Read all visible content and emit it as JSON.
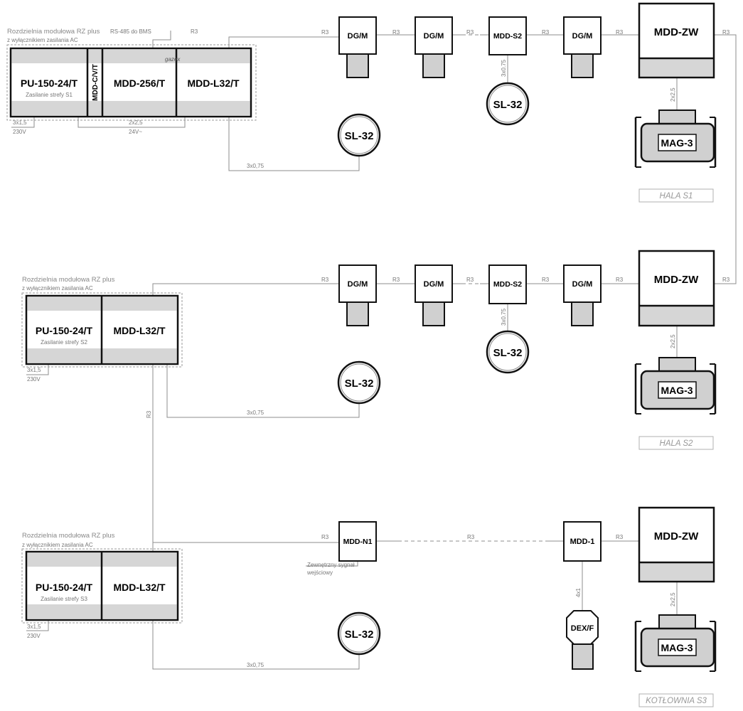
{
  "wire_labels": {
    "r3": "R3",
    "bms": "RS-485 do BMS",
    "power_230": "3x1,5",
    "v230": "230V",
    "cable_2x25": "2x2,5",
    "v24": "24V~",
    "cable_3x075": "3x0,75",
    "cable_3x075_b": "3x0.75",
    "cable_4x1": "4x1"
  },
  "panels": [
    {
      "title": "Rozdzielnia modułowa RZ plus",
      "subtitle": "z wyłącznikiem zasilania AC",
      "modules": [
        "PU-150-24/T",
        "MDD-C/V/T",
        "MDD-256/T",
        "MDD-L32/T"
      ],
      "power_note": "Zasilanie strefy S1",
      "brand": "gazex"
    },
    {
      "title": "Rozdzielnia modułowa RZ plus",
      "subtitle": "z wyłącznikiem zasilania AC",
      "modules": [
        "PU-150-24/T",
        "MDD-L32/T"
      ],
      "power_note": "Zasilanie strefy S2"
    },
    {
      "title": "Rozdzielnia modułowa RZ plus",
      "subtitle": "z wyłącznikiem zasilania AC",
      "modules": [
        "PU-150-24/T",
        "MDD-L32/T"
      ],
      "power_note": "Zasilanie strefy S3"
    }
  ],
  "devices": {
    "dgm": "DG/M",
    "mdd_s2": "MDD-S2",
    "mdd_zw": "MDD-ZW",
    "mag3": "MAG-3",
    "sl32": "SL-32",
    "mdd_n1": "MDD-N1",
    "mdd_1": "MDD-1",
    "dexf": "DEX/F"
  },
  "external_signal": [
    "Zewnętrzny sygnał",
    "wejściowy"
  ],
  "zones": [
    "HALA S1",
    "HALA S2",
    "KOTŁOWNIA S3"
  ]
}
